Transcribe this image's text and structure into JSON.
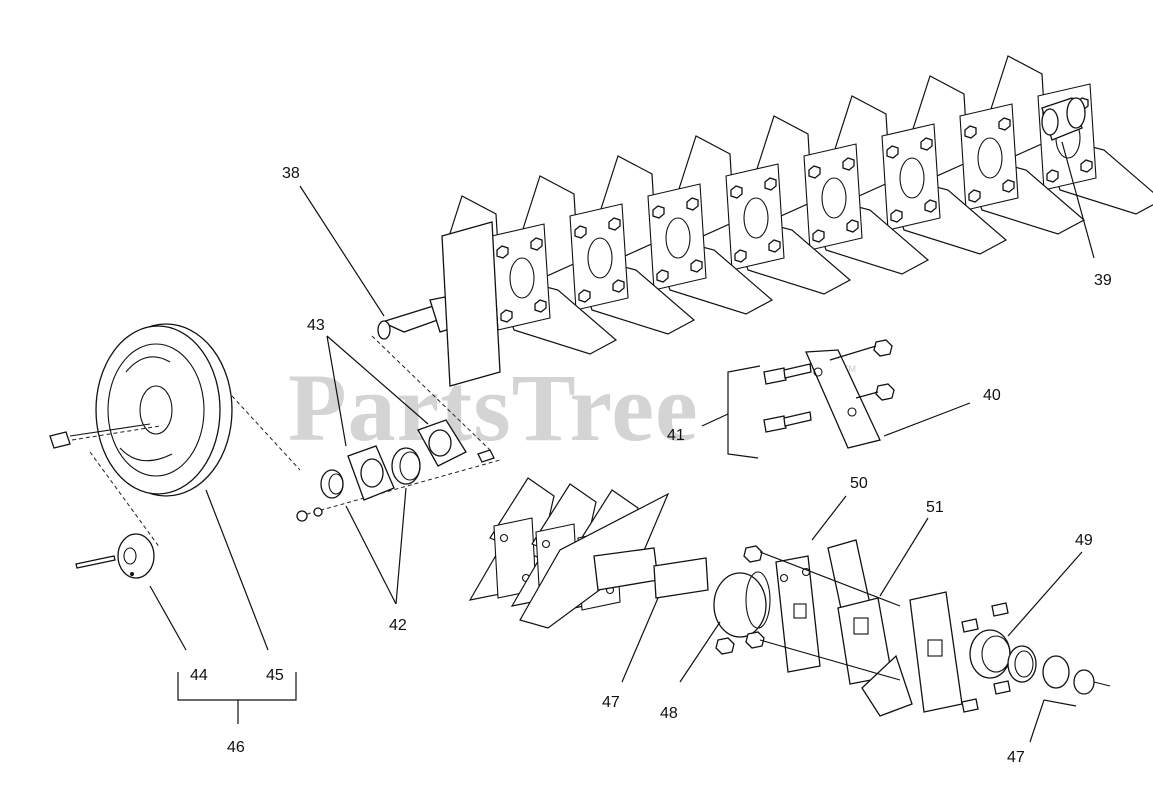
{
  "watermark": {
    "text": "PartsTree",
    "trademark": "TM"
  },
  "callouts": {
    "c38": "38",
    "c39": "39",
    "c40": "40",
    "c41": "41",
    "c42": "42",
    "c43": "43",
    "c44": "44",
    "c45": "45",
    "c46": "46",
    "c47a": "47",
    "c47b": "47",
    "c48": "48",
    "c49": "49",
    "c50": "50",
    "c51": "51"
  },
  "colors": {
    "line": "#111111",
    "watermark": "#d4d4d4",
    "background": "#ffffff"
  }
}
